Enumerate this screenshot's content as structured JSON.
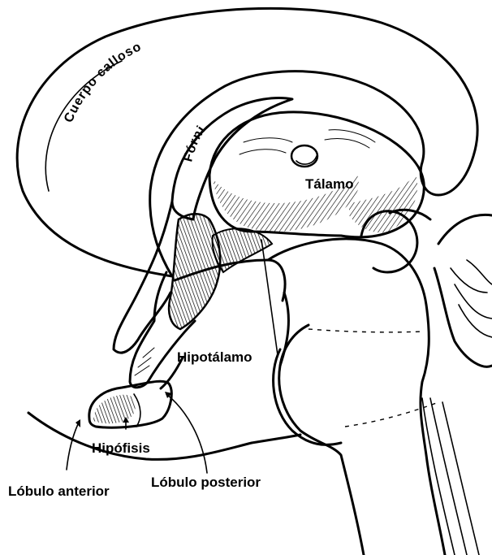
{
  "labels": {
    "corpus_callosum": "Cuerpo calloso",
    "fornix": "Fórnix",
    "thalamus": "Tálamo",
    "hypothalamus": "Hipotálamo",
    "pituitary": "Hipófisis",
    "anterior_lobe": "Lóbulo anterior",
    "posterior_lobe": "Lóbulo posterior"
  }
}
